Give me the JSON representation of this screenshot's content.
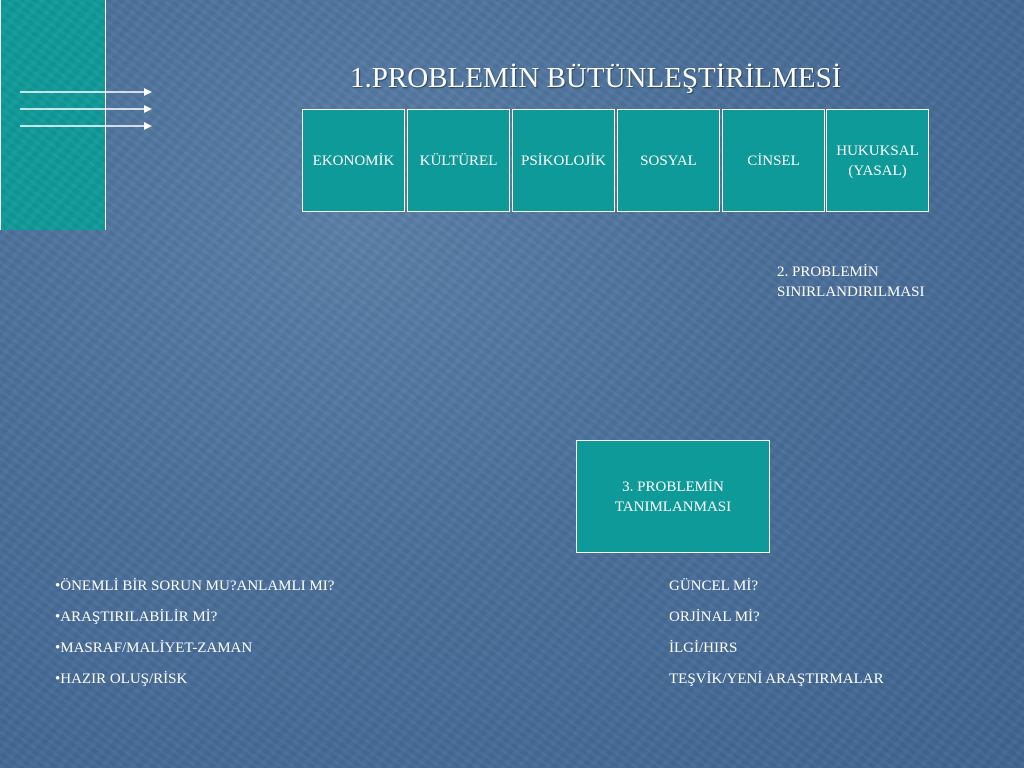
{
  "title": "1.PROBLEMİN BÜTÜNLEŞTİRİLMESİ",
  "categories": [
    "EKONOMİK",
    "KÜLTÜREL",
    "PSİKOLOJİK",
    "SOSYAL",
    "CİNSEL",
    "HUKUKSAL\n(YASAL)"
  ],
  "step2": "2. PROBLEMİN\nSINIRLANDIRILMASI",
  "step3": "3. PROBLEMİN\nTANIMLANMASI",
  "left_list": [
    "•ÖNEMLİ BİR SORUN MU?ANLAMLI MI?",
    "•ARAŞTIRILABİLİR Mİ?",
    "•MASRAF/MALİYET-ZAMAN",
    "•HAZIR OLUŞ/RİSK"
  ],
  "right_list": [
    "GÜNCEL Mİ?",
    "ORJİNAL Mİ?",
    "İLGİ/HIRS",
    "TEŞVİK/YENİ ARAŞTIRMALAR"
  ],
  "colors": {
    "box_fill": "#0f9a9a",
    "background": "#4a6f9a",
    "text": "#ffffff"
  }
}
